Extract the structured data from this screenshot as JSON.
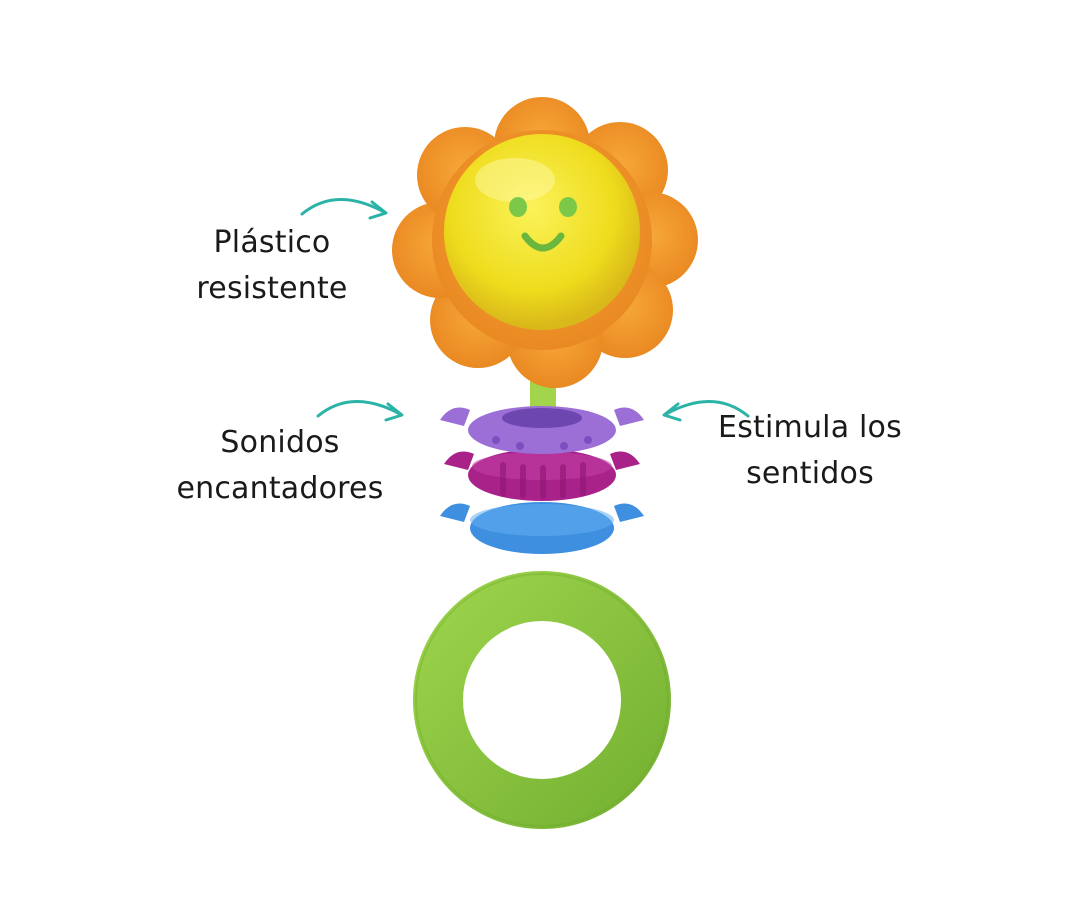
{
  "labels": {
    "plastic": [
      "Plástico",
      "resistente"
    ],
    "sounds": [
      "Sonidos",
      "encantadores"
    ],
    "senses": [
      "Estimula los",
      "sentidos"
    ]
  },
  "colors": {
    "arrow": "#2bb3a8",
    "petals": "#f29a2e",
    "petals_shade": "#e5821c",
    "face": "#f2e62a",
    "face_eyes": "#7cc94a",
    "stem": "#9fd44a",
    "ring_purple": "#9b6fd6",
    "ring_magenta": "#a8228a",
    "ring_blue": "#3f8fe0",
    "handle": "#8cc63f"
  },
  "icons": {
    "arrow_plastic": "curved-arrow-right-icon",
    "arrow_sounds": "curved-arrow-right-icon",
    "arrow_senses": "curved-arrow-left-icon"
  }
}
